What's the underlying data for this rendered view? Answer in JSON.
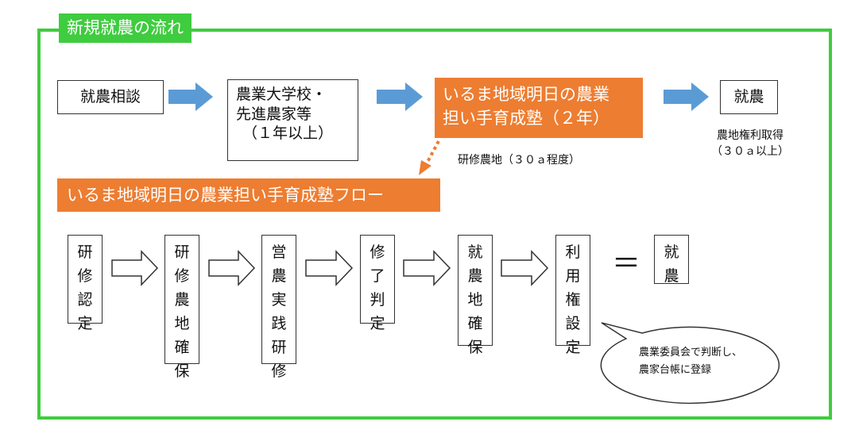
{
  "title": "新規就農の流れ",
  "top_flow": {
    "step1": "就農相談",
    "step2_lines": [
      "農業大学校・",
      "先進農家等",
      "（１年以上）"
    ],
    "step3_lines": [
      "いるま地域明日の農業",
      "担い手育成塾（２年）"
    ],
    "step4": "就農",
    "note_training": "研修農地（３０ａ程度）",
    "note_farmland_lines": [
      "農地権利取得",
      "（３０ａ以上）"
    ]
  },
  "flow_heading": "いるま地域明日の農業担い手育成塾フロー",
  "bottom_flow": [
    {
      "id": "kenshu-nintei",
      "chars": [
        "研",
        "修",
        "認",
        "定"
      ]
    },
    {
      "id": "kenshu-nochi-kakuho",
      "chars": [
        "研",
        "修",
        "農",
        "地",
        "確",
        "保"
      ]
    },
    {
      "id": "einou-jissen-kenshu",
      "chars": [
        "営",
        "農",
        "実",
        "践",
        "研",
        "修"
      ]
    },
    {
      "id": "shuryo-hantei",
      "chars": [
        "修",
        "了",
        "判",
        "定"
      ]
    },
    {
      "id": "shunou-chi-kakuho",
      "chars": [
        "就",
        "農",
        "地",
        "確",
        "保"
      ]
    },
    {
      "id": "riyoken-settei",
      "chars": [
        "利",
        "用",
        "権",
        "設",
        "定"
      ]
    }
  ],
  "equals_sign": "＝",
  "result": {
    "chars": [
      "就",
      "農"
    ]
  },
  "callout_lines": [
    "農業委員会で判断し、",
    "農家台帳に登録"
  ],
  "colors": {
    "frame_green": "#3fcc3f",
    "orange": "#ed7d31",
    "arrow_blue": "#5b9bd5"
  }
}
